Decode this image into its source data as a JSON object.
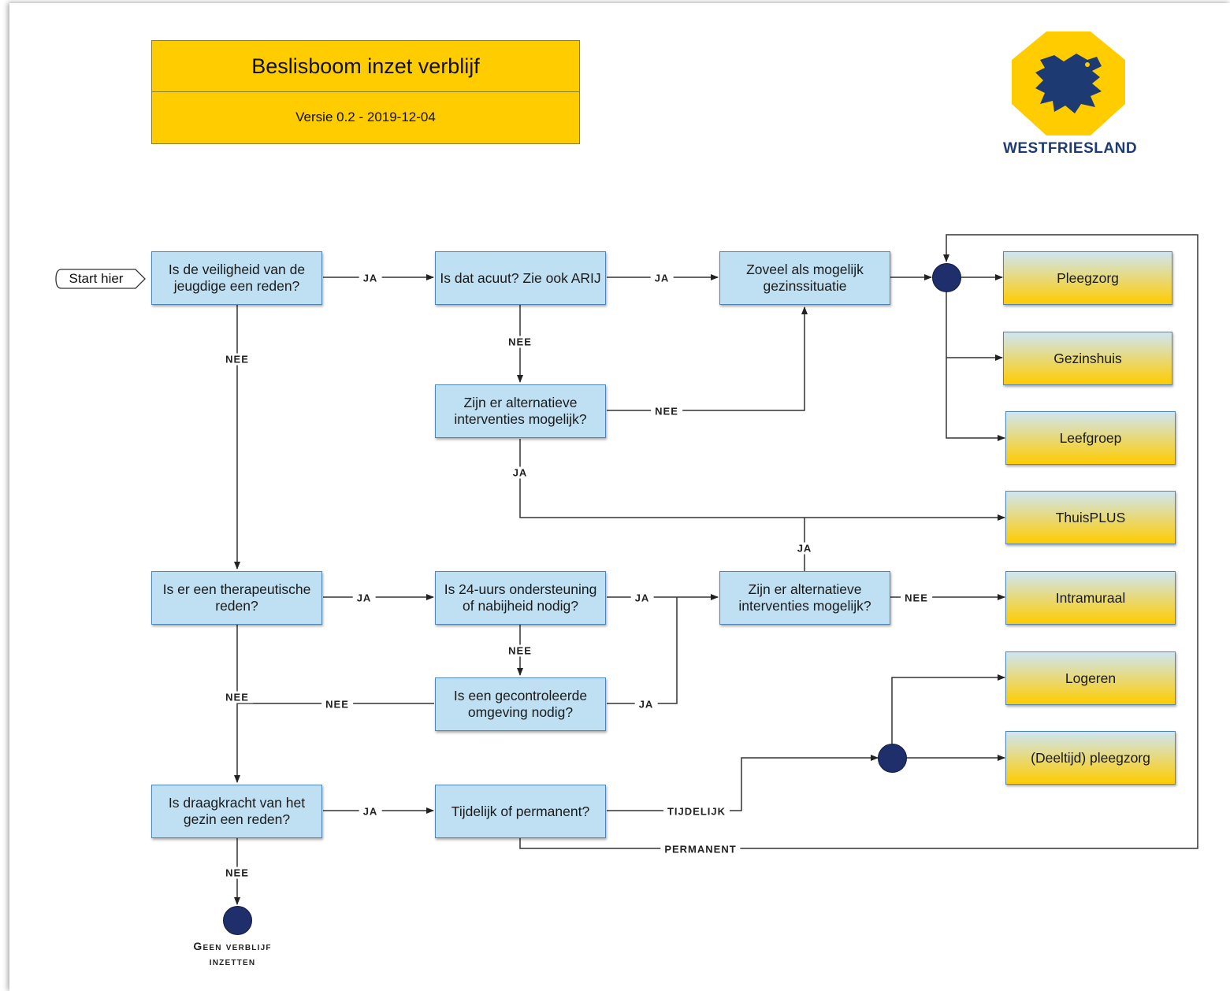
{
  "header": {
    "title": "Beslisboom inzet verblijf",
    "version": "Versie 0.2 - 2019-12-04"
  },
  "logo": {
    "text": "WESTFRIESLAND",
    "icon": "lion-shield-icon"
  },
  "start": {
    "label": "Start hier"
  },
  "questions": {
    "veiligheid": "Is de veiligheid van de jeugdige een reden?",
    "acuut": "Is dat acuut? Zie ook ARIJ",
    "zoveel": "Zoveel als mogelijk gezinssituatie",
    "alternatief1": "Zijn er alternatieve interventies mogelijk?",
    "therapeutisch": "Is er een therapeutische reden?",
    "uurs24": "Is 24-uurs ondersteuning of nabijheid nodig?",
    "alternatief2": "Zijn er alternatieve interventies mogelijk?",
    "gecontroleerd": "Is een gecontroleerde omgeving nodig?",
    "draagkracht": "Is draagkracht van het gezin een reden?",
    "tijdelijk": "Tijdelijk of permanent?"
  },
  "outcomes": {
    "pleegzorg": "Pleegzorg",
    "gezinshuis": "Gezinshuis",
    "leefgroep": "Leefgroep",
    "thuisplus": "ThuisPLUS",
    "intramuraal": "Intramuraal",
    "logeren": "Logeren",
    "deeltijd": "(Deeltijd) pleegzorg"
  },
  "edge_labels": {
    "ja": "JA",
    "nee": "NEE",
    "tijdelijk": "TIJDELIJK",
    "permanent": "PERMANENT"
  },
  "end": {
    "label_line1": "Geen verblijf",
    "label_line2": "inzetten"
  },
  "colors": {
    "title_fill": "#ffcc00",
    "question_fill": "#bfe0f2",
    "question_border": "#4f86b5",
    "node_dot": "#1f2f6b",
    "logo_blue": "#1e3a73"
  }
}
